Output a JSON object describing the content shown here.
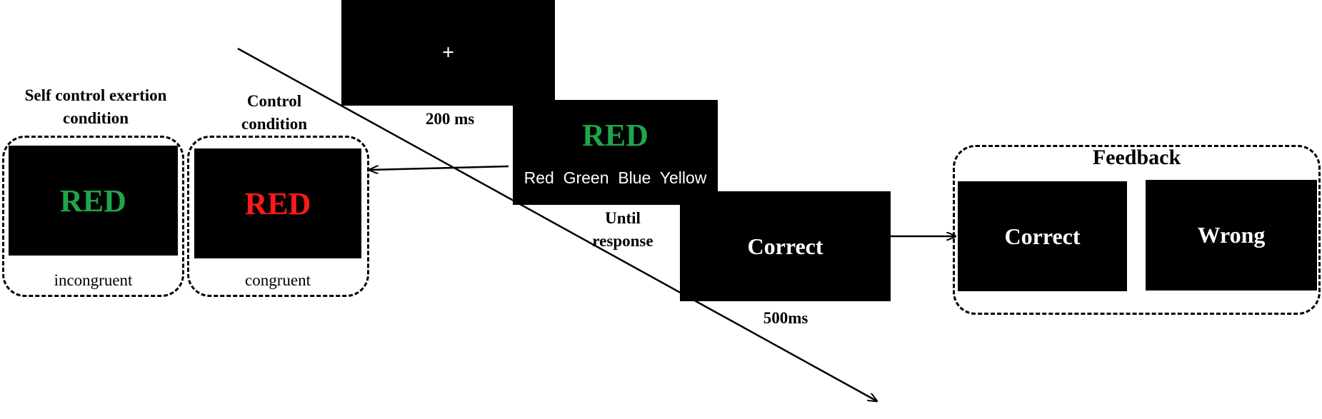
{
  "colors": {
    "screen": "#000000",
    "green_word": "#1fa64a",
    "red_word": "#ff1a1a",
    "white": "#ffffff"
  },
  "left": {
    "exertion_label": [
      "Self control exertion",
      "condition"
    ],
    "control_label": [
      "Control",
      "condition"
    ],
    "exertion_word": "RED",
    "control_word": "RED",
    "exertion_caption": "incongruent",
    "control_caption": "congruent"
  },
  "sequence": {
    "fixation": "+",
    "fixation_time": "200 ms",
    "stroop_word": "RED",
    "options": [
      "Red",
      "Green",
      "Blue",
      "Yellow"
    ],
    "until_response": [
      "Until",
      "response"
    ],
    "feedback_word": "Correct",
    "feedback_time": "500ms"
  },
  "feedback": {
    "title": "Feedback",
    "correct": "Correct",
    "wrong": "Wrong"
  }
}
